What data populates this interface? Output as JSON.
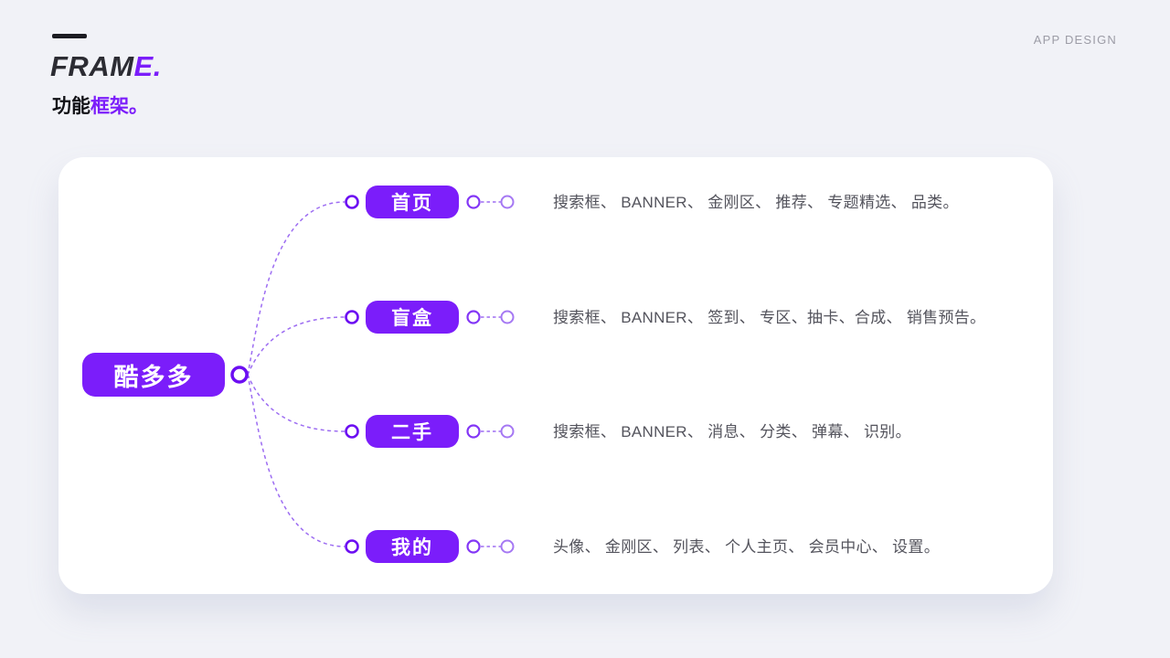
{
  "header": {
    "brand_prefix": "FRAM",
    "brand_accent": "E.",
    "subtitle_prefix": "功能",
    "subtitle_accent": "框架。",
    "corner_label": "APP DESIGN"
  },
  "colors": {
    "accent_purple": "#7b1dfa",
    "link_purple": "#9d6df2",
    "connector_dark": "#6c0ef2",
    "connector_light": "#a578f3",
    "page_background": "#f1f2f7",
    "card_background": "#ffffff",
    "description_text": "#54545d"
  },
  "mindmap": {
    "root": {
      "label": "酷多多"
    },
    "branches": [
      {
        "label": "首页",
        "description": "搜索框、 BANNER、 金刚区、 推荐、 专题精选、 品类。"
      },
      {
        "label": "盲盒",
        "description": "搜索框、 BANNER、 签到、 专区、抽卡、合成、 销售预告。"
      },
      {
        "label": "二手",
        "description": "搜索框、 BANNER、 消息、 分类、 弹幕、 识别。"
      },
      {
        "label": "我的",
        "description": "头像、 金刚区、 列表、 个人主页、 会员中心、 设置。"
      }
    ]
  }
}
